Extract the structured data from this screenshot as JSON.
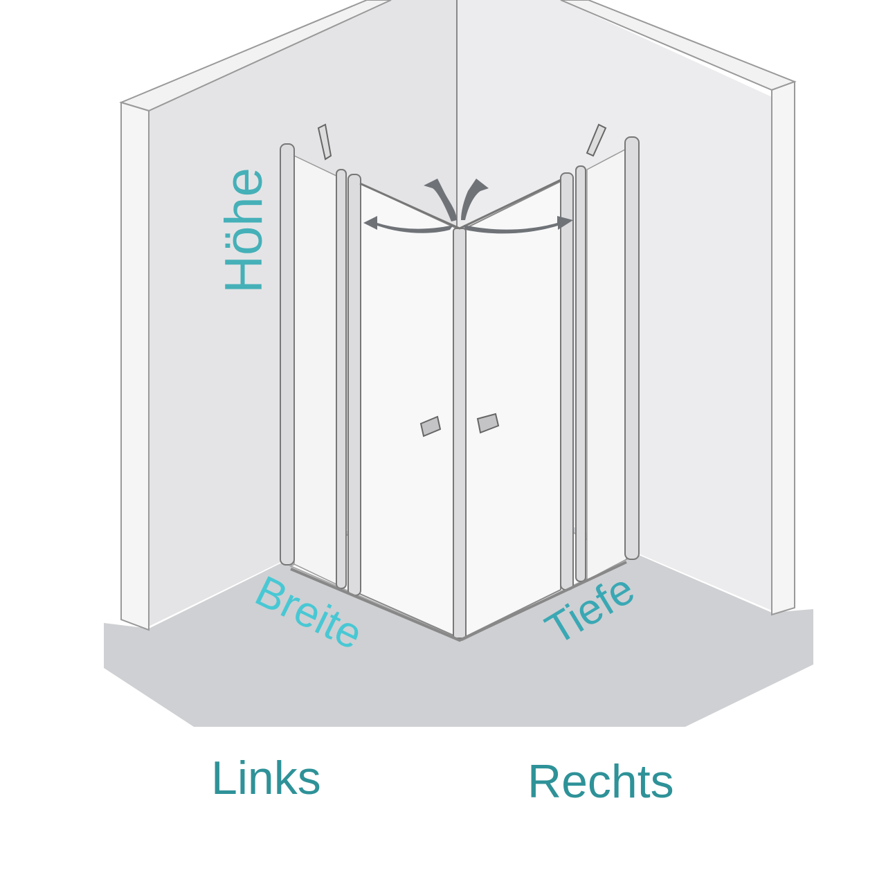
{
  "labels": {
    "height": "Höhe",
    "width": "Breite",
    "depth": "Tiefe",
    "left": "Links",
    "right": "Rechts"
  },
  "colors": {
    "height": "#45b0b8",
    "width": "#48c8d4",
    "depth": "#3aa8b4",
    "side": "#2e9298"
  }
}
